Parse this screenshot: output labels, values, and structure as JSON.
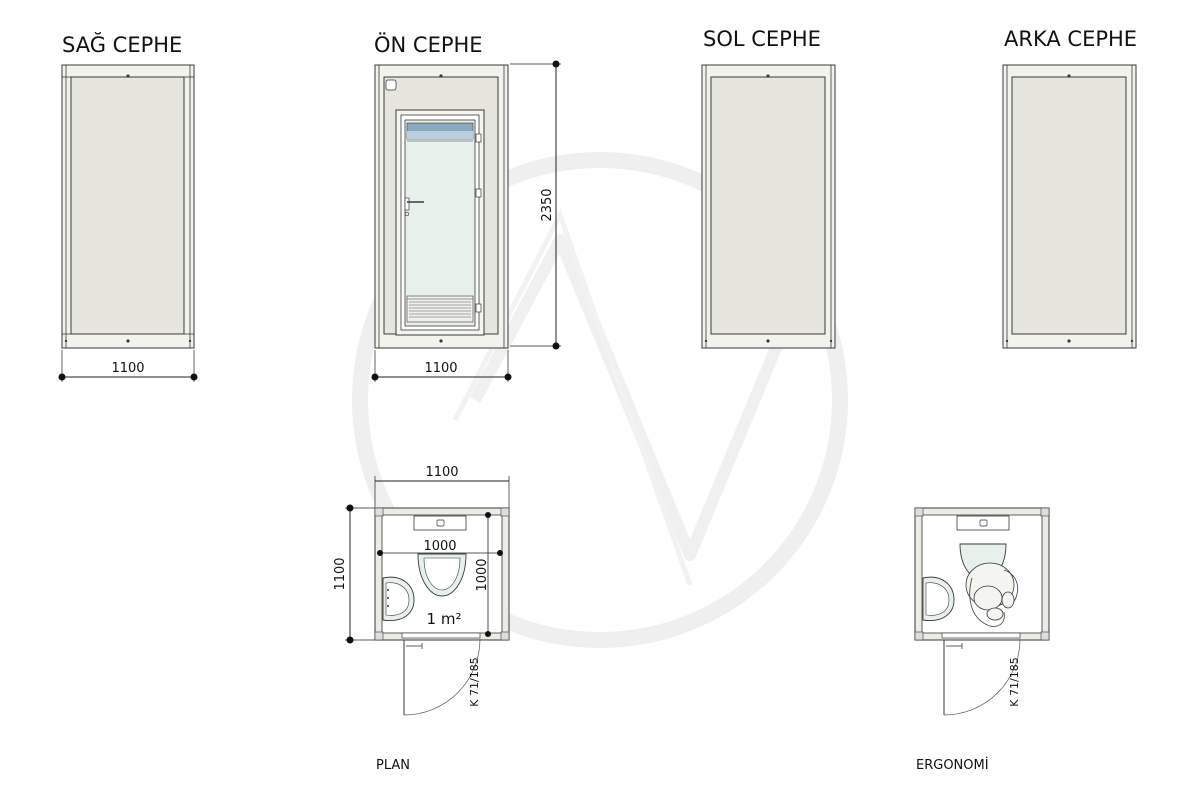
{
  "titles": {
    "right": "SAĞ CEPHE",
    "front": "ÖN CEPHE",
    "left": "SOL CEPHE",
    "back": "ARKA CEPHE"
  },
  "dimensions": {
    "right_width": "1100",
    "front_width": "1100",
    "front_height": "2350",
    "plan_top_width": "1100",
    "plan_left_height": "1100",
    "plan_inner_width": "1000",
    "plan_inner_height": "1000",
    "plan_door_code": "K 71/185",
    "ergo_door_code": "K 71/185"
  },
  "plan": {
    "area_label": "1 m²",
    "caption": "PLAN"
  },
  "ergonomics": {
    "caption": "ERGONOMİ"
  },
  "colors": {
    "panel_fill": "#e6e6df",
    "frame_fill": "#f3f3ee",
    "line": "#3a3a3a",
    "glass": "#e8f0ec",
    "window_strip": "#8aa8c0",
    "watermark": "#f0f0f0"
  },
  "icons": {
    "watermark": "brand-logo-watermark",
    "front_sign": "door-sign-icon",
    "lock": "door-lock-icon"
  }
}
